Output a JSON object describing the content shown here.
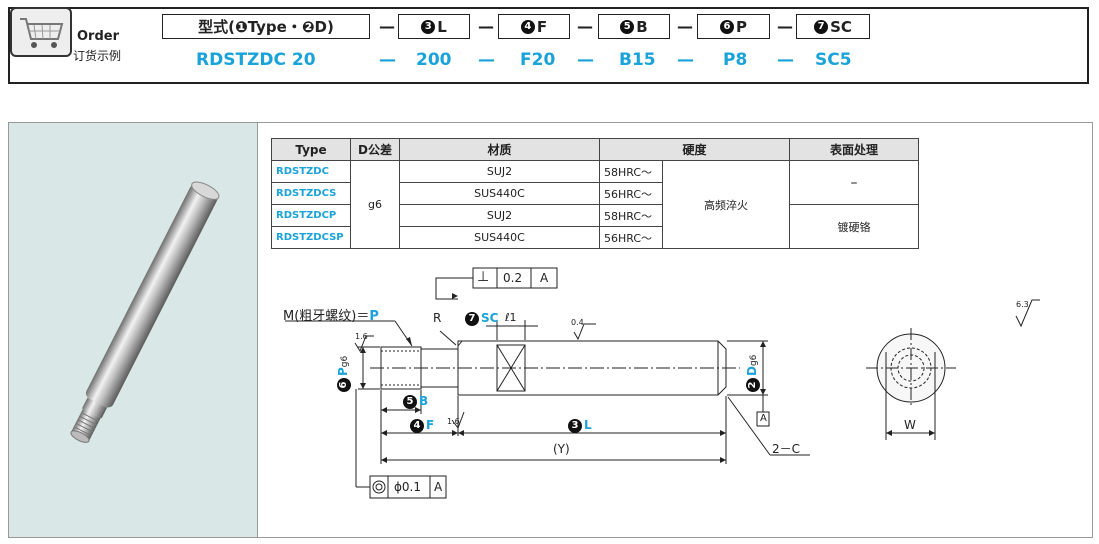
{
  "order": {
    "title": "Order",
    "title_cn": "订货示例",
    "headers": [
      {
        "num": "",
        "label": "型式(❶Type・❷D)"
      },
      {
        "num": "3",
        "label": "L"
      },
      {
        "num": "4",
        "label": "F"
      },
      {
        "num": "5",
        "label": "B"
      },
      {
        "num": "6",
        "label": "P"
      },
      {
        "num": "7",
        "label": "SC"
      }
    ],
    "dash": "—",
    "values": [
      "RDSTZDC 20",
      "200",
      "F20",
      "B15",
      "P8",
      "SC5"
    ]
  },
  "table": {
    "headers": [
      "Type",
      "D公差",
      "材质",
      "硬度",
      "表面处理"
    ],
    "tolerance": "g6",
    "hardening": "高频淬火",
    "rows": [
      {
        "type": "RDSTZDC",
        "material": "SUJ2",
        "hardness": "58HRC～",
        "surface": "–"
      },
      {
        "type": "RDSTZDCS",
        "material": "SUS440C",
        "hardness": "56HRC～",
        "surface": ""
      },
      {
        "type": "RDSTZDCP",
        "material": "SUJ2",
        "hardness": "58HRC～",
        "surface": "镀硬铬"
      },
      {
        "type": "RDSTZDCSP",
        "material": "SUS440C",
        "hardness": "56HRC～",
        "surface": ""
      }
    ]
  },
  "drawing": {
    "perp_symbol": "⊥",
    "perp_value": "0.2",
    "datum": "A",
    "thread_label": "M(粗牙螺纹)＝",
    "thread_param": "P",
    "r_label": "R",
    "sc_label": "SC",
    "sc_num": "7",
    "l1_label": "ℓ1",
    "rough_04": "0.4",
    "rough_16": "1.6",
    "rough_63": "6.3",
    "p_label": "P",
    "p_num": "6",
    "p_tol": "g6",
    "d_label": "D",
    "d_num": "2",
    "d_tol": "g6",
    "b_label": "B",
    "b_num": "5",
    "f_label": "F",
    "f_num": "4",
    "l_label": "L",
    "l_num": "3",
    "y_label": "(Y)",
    "chamfer": "2－C",
    "coax_value": "ϕ0.1",
    "w_label": "W"
  }
}
